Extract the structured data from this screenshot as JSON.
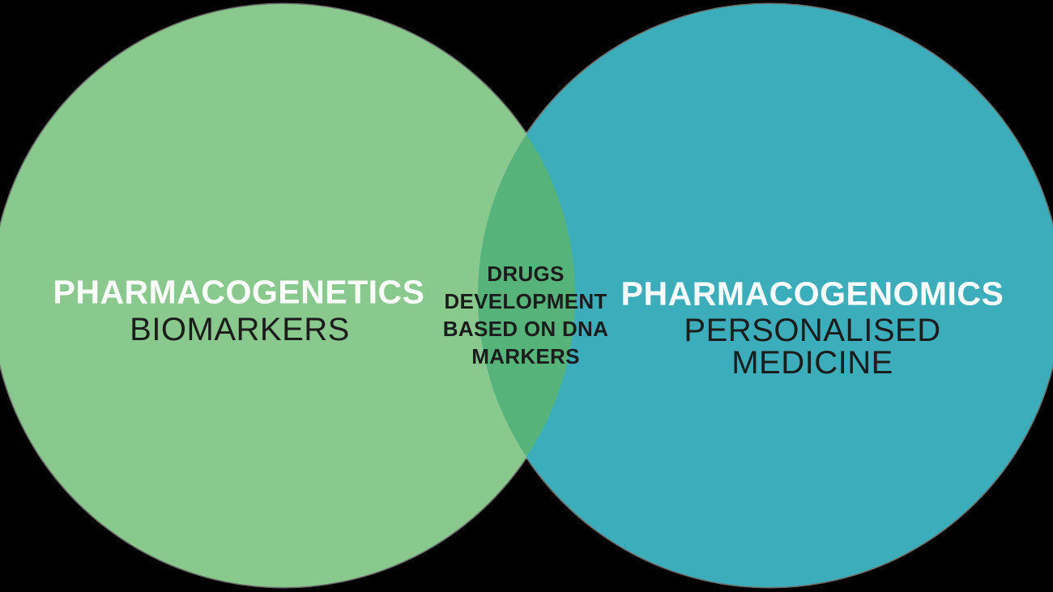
{
  "diagram": {
    "type": "venn",
    "background_color": "#000000",
    "title_color": "#FFFFFF",
    "body_text_color": "#1C1C1C",
    "edge_glow_color": "#F2F7F2",
    "left_circle": {
      "color": "#89C98E",
      "title": "PHARMACOGENETICS",
      "subtitle": "BIOMARKERS"
    },
    "right_circle": {
      "color": "#3CAEBB",
      "title": "PHARMACOGENOMICS",
      "subtitle_lines": [
        "PERSONALISED",
        "MEDICINE"
      ]
    },
    "overlap": {
      "color": "#56B47A",
      "lines": [
        "DRUGS",
        "DEVELOPMENT",
        "BASED ON DNA",
        "MARKERS"
      ]
    }
  }
}
